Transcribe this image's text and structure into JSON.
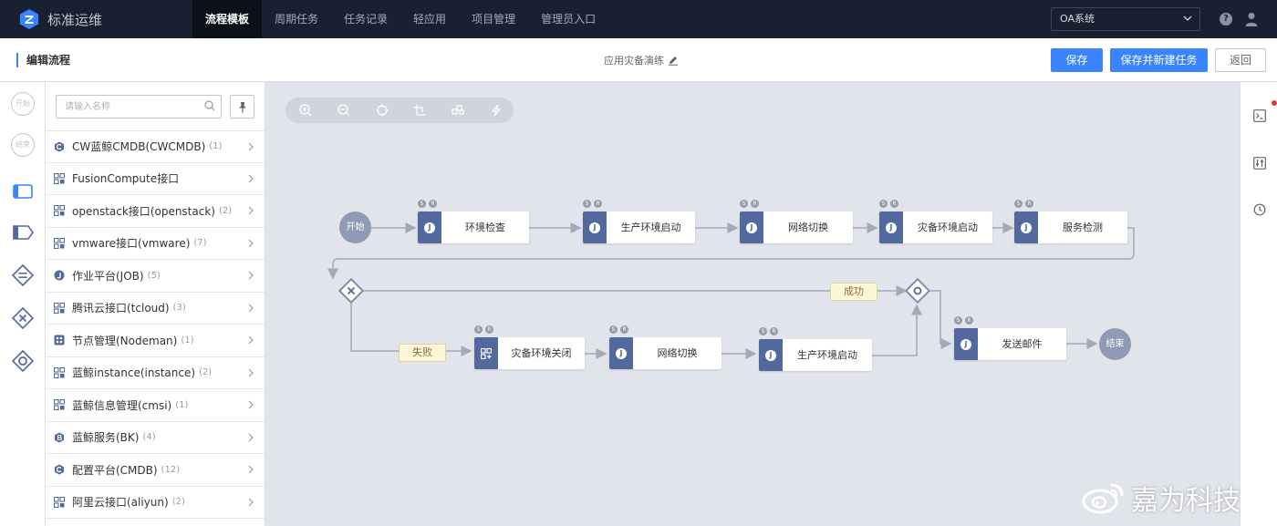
{
  "app": {
    "name": "标准运维"
  },
  "nav": [
    {
      "label": "流程模板",
      "active": true
    },
    {
      "label": "周期任务",
      "active": false
    },
    {
      "label": "任务记录",
      "active": false
    },
    {
      "label": "轻应用",
      "active": false
    },
    {
      "label": "项目管理",
      "active": false
    },
    {
      "label": "管理员入口",
      "active": false
    }
  ],
  "project_select": {
    "value": "OA系统"
  },
  "header": {
    "title": "编辑流程",
    "flow_name": "应用灾备演练",
    "save_label": "保存",
    "save_new_task_label": "保存并新建任务",
    "back_label": "返回"
  },
  "toolstrip": {
    "start_label": "开始",
    "end_label": "结束"
  },
  "panel": {
    "search_placeholder": "请输入名称",
    "atoms": [
      {
        "name": "CW蓝鲸CMDB(CWCMDB)",
        "count": "(1)",
        "icon": "cmdb-icon"
      },
      {
        "name": "FusionCompute接口",
        "count": "",
        "icon": "grid-icon"
      },
      {
        "name": "openstack接口(openstack)",
        "count": "(2)",
        "icon": "grid-icon"
      },
      {
        "name": "vmware接口(vmware)",
        "count": "(7)",
        "icon": "grid-icon"
      },
      {
        "name": "作业平台(JOB)",
        "count": "(5)",
        "icon": "job-icon"
      },
      {
        "name": "腾讯云接口(tcloud)",
        "count": "(3)",
        "icon": "grid-icon"
      },
      {
        "name": "节点管理(Nodeman)",
        "count": "(1)",
        "icon": "nodeman-icon"
      },
      {
        "name": "蓝鲸instance(instance)",
        "count": "(2)",
        "icon": "grid-icon"
      },
      {
        "name": "蓝鲸信息管理(cmsi)",
        "count": "(1)",
        "icon": "grid-icon"
      },
      {
        "name": "蓝鲸服务(BK)",
        "count": "(4)",
        "icon": "bk-icon"
      },
      {
        "name": "配置平台(CMDB)",
        "count": "(12)",
        "icon": "cmdb-icon"
      },
      {
        "name": "阿里云接口(aliyun)",
        "count": "(2)",
        "icon": "grid-icon"
      }
    ]
  },
  "canvas": {
    "start_label": "开始",
    "end_label": "结束",
    "branch_labels": {
      "success": "成功",
      "failure": "失败"
    },
    "row1": [
      "环境检查",
      "生产环境启动",
      "网络切换",
      "灾备环境启动",
      "服务检测"
    ],
    "row2": [
      "灾备环境关闭",
      "网络切换",
      "生产环境启动"
    ],
    "final_node": "发送邮件",
    "node_marks": [
      "S",
      "R"
    ]
  },
  "watermark": {
    "text": "嘉为科技"
  },
  "colors": {
    "accent": "#3a84ff",
    "node_icon": "#52699d",
    "topbar": "#182132",
    "canvas_bg": "#e1e4ea"
  }
}
